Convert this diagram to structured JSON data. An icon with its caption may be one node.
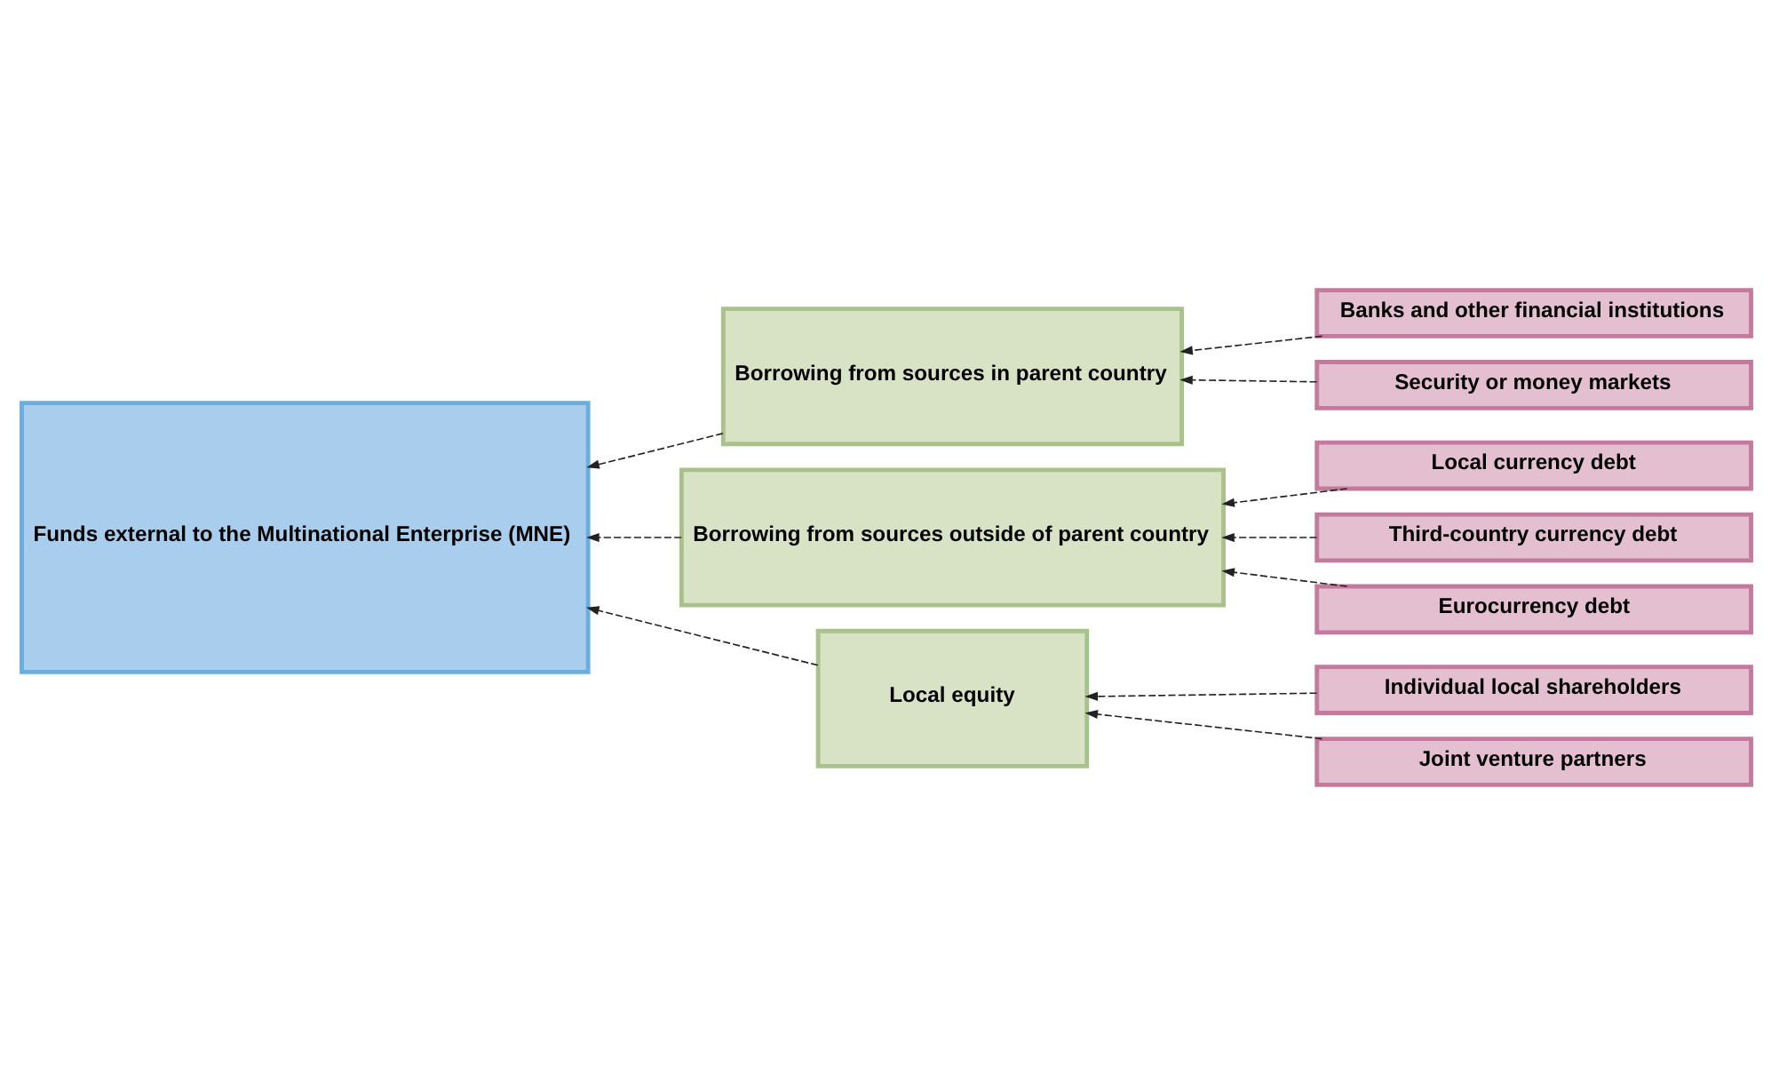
{
  "diagram": {
    "nodes": [
      {
        "text": [
          "Funds external to the Multinational Enterprise (MNE)"
        ]
      },
      {
        "text": [
          "Borrowing from sources in parent country"
        ]
      },
      {
        "text": [
          "Borrowing from sources outside of parent country"
        ]
      },
      {
        "text": [
          "Local equity"
        ]
      },
      {
        "text": [
          "Banks and other financial institutions"
        ]
      },
      {
        "text": [
          "Security or money markets"
        ]
      },
      {
        "text": [
          "Local currency debt"
        ]
      },
      {
        "text": [
          "Third-country currency debt"
        ]
      },
      {
        "text": [
          "Eurocurrency debt"
        ]
      },
      {
        "text": [
          "Individual local shareholders"
        ]
      },
      {
        "text": [
          "Joint venture partners"
        ]
      }
    ],
    "edges": [
      {
        "from": 1,
        "to": 0,
        "arrow": "to",
        "style": "dashed"
      },
      {
        "from": 2,
        "to": 0,
        "arrow": "to",
        "style": "dashed"
      },
      {
        "from": 3,
        "to": 0,
        "arrow": "to",
        "style": "dashed"
      },
      {
        "from": 4,
        "to": 1,
        "arrow": "to",
        "style": "dashed"
      },
      {
        "from": 5,
        "to": 1,
        "arrow": "to",
        "style": "dashed"
      },
      {
        "from": 6,
        "to": 2,
        "arrow": "to",
        "style": "dashed"
      },
      {
        "from": 7,
        "to": 2,
        "arrow": "to",
        "style": "dashed"
      },
      {
        "from": 8,
        "to": 2,
        "arrow": "to",
        "style": "dashed"
      },
      {
        "from": 9,
        "to": 3,
        "arrow": "to",
        "style": "dashed"
      },
      {
        "from": 10,
        "to": 3,
        "arrow": "to",
        "style": "dashed"
      }
    ]
  }
}
